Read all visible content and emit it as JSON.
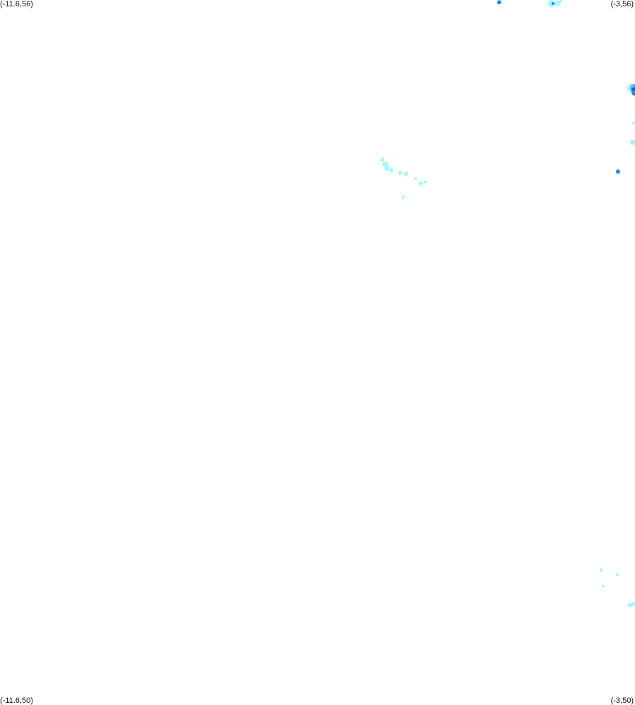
{
  "corners": {
    "top_left": "(-11.6,56)",
    "top_right": "(-3,56)",
    "bottom_left": "(-11.6,50)",
    "bottom_right": "(-3,50)"
  },
  "bounds": {
    "lon_min": -11.6,
    "lon_max": -3,
    "lat_min": 50,
    "lat_max": 56
  },
  "colors": {
    "background": "#ffffff",
    "low": "#a8f4fb",
    "medium": "#3fc4f4",
    "high": "#1e8fe8",
    "very_high": "#0b5cd6"
  },
  "chart_data": {
    "type": "heatmap",
    "title": "",
    "xlabel": "",
    "ylabel": "",
    "xlim": [
      -11.6,
      -3
    ],
    "ylim": [
      50,
      56
    ],
    "grid": false,
    "legend": "none",
    "levels": [
      "low",
      "medium",
      "high",
      "very_high"
    ],
    "points": [
      {
        "lon": -4.84,
        "lat": 55.98,
        "level": "high",
        "r": 3
      },
      {
        "lon": -4.13,
        "lat": 55.97,
        "level": "low",
        "r": 5
      },
      {
        "lon": -4.05,
        "lat": 55.97,
        "level": "low",
        "r": 4
      },
      {
        "lon": -4.11,
        "lat": 55.97,
        "level": "high",
        "r": 2
      },
      {
        "lon": -4.01,
        "lat": 55.99,
        "level": "low",
        "r": 2
      },
      {
        "lon": -3.05,
        "lat": 55.25,
        "level": "low",
        "r": 6
      },
      {
        "lon": -3.01,
        "lat": 55.25,
        "level": "medium",
        "r": 6
      },
      {
        "lon": -3.0,
        "lat": 55.23,
        "level": "very_high",
        "r": 5
      },
      {
        "lon": -3.01,
        "lat": 55.21,
        "level": "high",
        "r": 4
      },
      {
        "lon": -3.02,
        "lat": 54.95,
        "level": "low",
        "r": 2
      },
      {
        "lon": -3.03,
        "lat": 54.79,
        "level": "low",
        "r": 4
      },
      {
        "lon": -3.23,
        "lat": 54.54,
        "level": "high",
        "r": 3
      },
      {
        "lon": -6.42,
        "lat": 54.64,
        "level": "low",
        "r": 3
      },
      {
        "lon": -6.38,
        "lat": 54.6,
        "level": "low",
        "r": 4
      },
      {
        "lon": -6.36,
        "lat": 54.57,
        "level": "low",
        "r": 4
      },
      {
        "lon": -6.3,
        "lat": 54.55,
        "level": "low",
        "r": 3
      },
      {
        "lon": -6.18,
        "lat": 54.53,
        "level": "low",
        "r": 3
      },
      {
        "lon": -6.1,
        "lat": 54.52,
        "level": "low",
        "r": 3
      },
      {
        "lon": -5.97,
        "lat": 54.48,
        "level": "low",
        "r": 2
      },
      {
        "lon": -5.9,
        "lat": 54.44,
        "level": "low",
        "r": 3
      },
      {
        "lon": -5.84,
        "lat": 54.45,
        "level": "low",
        "r": 2
      },
      {
        "lon": -6.14,
        "lat": 54.32,
        "level": "low",
        "r": 2
      },
      {
        "lon": -3.46,
        "lat": 51.15,
        "level": "low",
        "r": 2
      },
      {
        "lon": -3.24,
        "lat": 51.11,
        "level": "low",
        "r": 2
      },
      {
        "lon": -3.43,
        "lat": 51.01,
        "level": "low",
        "r": 2
      },
      {
        "lon": -3.07,
        "lat": 50.85,
        "level": "low",
        "r": 3
      },
      {
        "lon": -3.02,
        "lat": 50.86,
        "level": "low",
        "r": 3
      }
    ]
  }
}
